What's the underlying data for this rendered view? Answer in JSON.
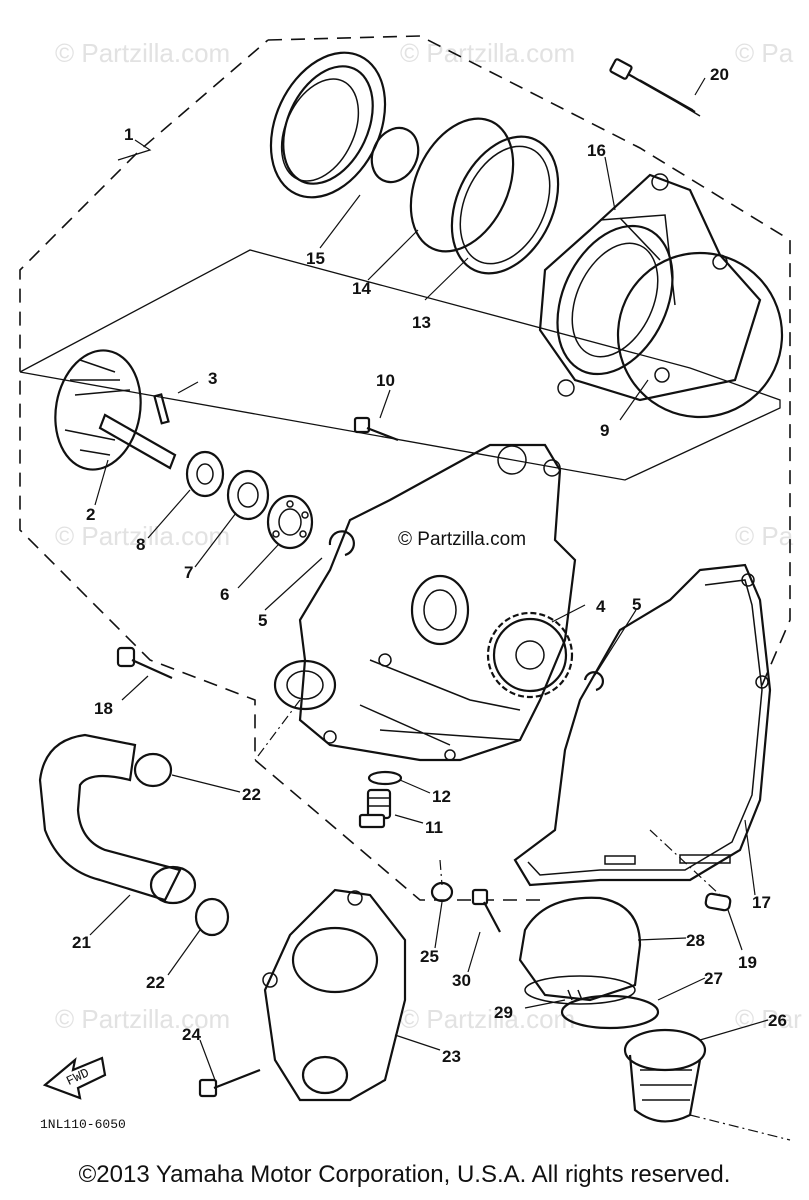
{
  "watermarks": [
    "© Partzilla.com",
    "© Partzilla.com",
    "© Pa",
    "© Partzilla.com",
    "© Partzilla.com",
    "© Pa",
    "© Partzilla.com",
    "© Partzilla.com",
    "© Par"
  ],
  "center_watermark": "© Partzilla.com",
  "callouts": [
    "1",
    "2",
    "3",
    "4",
    "5",
    "5",
    "6",
    "7",
    "8",
    "9",
    "10",
    "11",
    "12",
    "13",
    "14",
    "15",
    "16",
    "17",
    "18",
    "19",
    "20",
    "21",
    "22",
    "22",
    "23",
    "24",
    "25",
    "26",
    "27",
    "28",
    "29",
    "30"
  ],
  "fwd_label": "FWD",
  "diagram_code": "1NL110-6050",
  "copyright": "©2013  Yamaha Motor Corporation, U.S.A. All rights reserved."
}
